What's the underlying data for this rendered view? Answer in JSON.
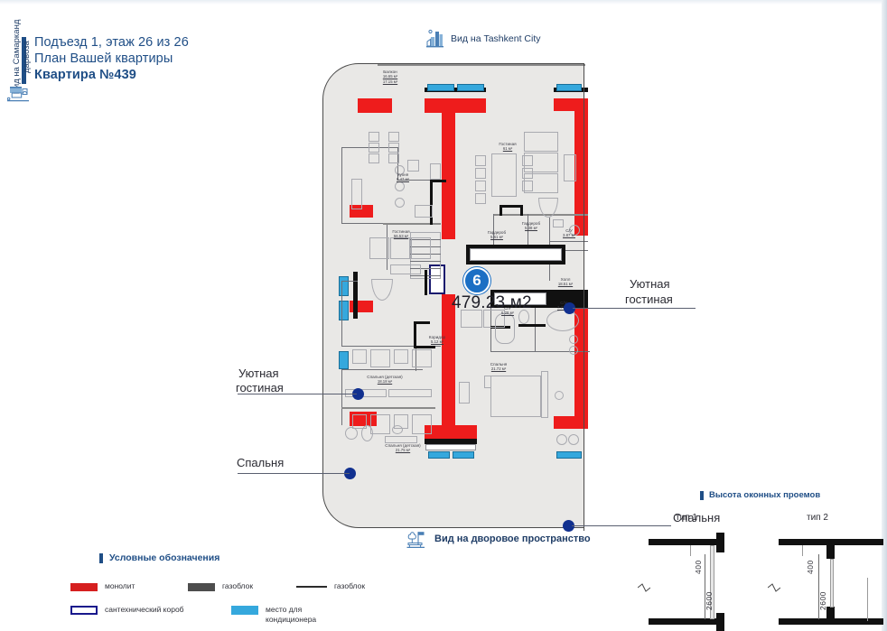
{
  "header": {
    "line1": "Подъезд 1, этаж 26 из 26",
    "line2": "План Вашей квартиры",
    "line3": "Квартира №439"
  },
  "views": {
    "top": {
      "label": "Вид на Tashkent City",
      "icon": "city-buildings-icon"
    },
    "bottom": {
      "label": "Вид на дворовое пространство",
      "icon": "courtyard-bench-icon"
    },
    "left": {
      "label": "Вид на Самарканд дарвоза",
      "icon": "gate-icon"
    }
  },
  "plan": {
    "badge_number": "6",
    "area": "479.23 м2",
    "rooms": [
      {
        "name": "Балкон",
        "area": "16.65 м²\n17.15 м²"
      },
      {
        "name": "Кухня",
        "area": "8.47 м²"
      },
      {
        "name": "Гостиная",
        "area": "56.53 м²"
      },
      {
        "name": "Гостиная",
        "area": "61 м²"
      },
      {
        "name": "Гардероб",
        "area": "5.38 м²"
      },
      {
        "name": "Гардероб",
        "area": "5.51 м²"
      },
      {
        "name": "С/У",
        "area": "3.87 м²"
      },
      {
        "name": "Холл",
        "area": "18.51 м²"
      },
      {
        "name": "С/У",
        "area": "6.28 м²"
      },
      {
        "name": "С/У",
        "area": "7.73 м²"
      },
      {
        "name": "Коридор",
        "area": "5.12 м²"
      },
      {
        "name": "Спальня",
        "area": "21.72 м²"
      },
      {
        "name": "Спальня (детская)",
        "area": "18.18 м²"
      },
      {
        "name": "Спальня (детская)",
        "area": "21.75 м²"
      }
    ]
  },
  "callouts": [
    {
      "id": "cozy-living-right",
      "label": "Уютная\nгостиная",
      "line1": "Уютная",
      "line2": "гостиная"
    },
    {
      "id": "cozy-living-left",
      "label": "Уютная\nгостиная",
      "line1": "Уютная",
      "line2": "гостиная"
    },
    {
      "id": "bedroom-left",
      "label": "Спальня",
      "line1": "Спальня",
      "line2": ""
    },
    {
      "id": "bedroom-right",
      "label": "Спальня",
      "line1": "Спальня",
      "line2": ""
    }
  ],
  "legend": {
    "title": "Условные обозначения",
    "items": [
      {
        "label": "монолит",
        "swatch": "red",
        "color": "#d61f1f"
      },
      {
        "label": "газоблок",
        "swatch": "gray",
        "color": "#4d4d4d"
      },
      {
        "label": "газоблок",
        "swatch": "line",
        "color": "#2b2b2b"
      },
      {
        "label": "сантехнический короб",
        "swatch": "navy",
        "color": "#18188c"
      },
      {
        "label": "место для\nкондиционера",
        "swatch": "cyan",
        "color": "#35a8dd"
      }
    ],
    "item_labels": {
      "monolith": "монолит",
      "gasblock_fill": "газоблок",
      "gasblock_line": "газоблок",
      "plumbing_duct": "сантехнический короб",
      "ac_place_l1": "место для",
      "ac_place_l2": "кондиционера"
    }
  },
  "window_heights": {
    "title": "Высота оконных проемов",
    "types": [
      {
        "caption": "тип 1",
        "top_dim": "400",
        "height_dim": "2600"
      },
      {
        "caption": "тип 2",
        "top_dim": "400",
        "height_dim": "2600"
      }
    ]
  },
  "colors": {
    "brand_blue": "#1f4e86",
    "monolith_red": "#ee1c1c",
    "marker_navy": "#11308f",
    "badge_blue": "#1b6fc4",
    "ac_cyan": "#35a8dd",
    "plan_fill": "#e9e8e6"
  }
}
